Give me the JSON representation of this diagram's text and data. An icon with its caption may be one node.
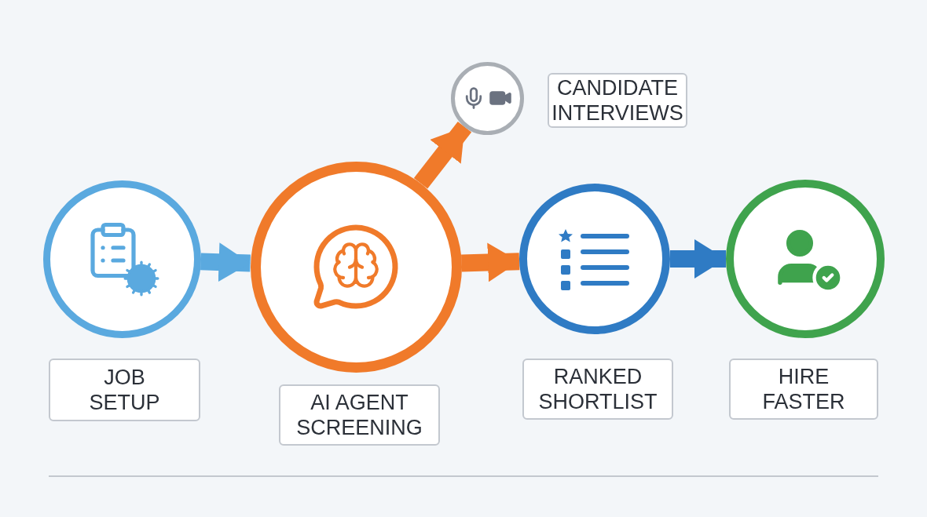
{
  "diagram": {
    "nodes": [
      {
        "text": [],
        "shape": "circle"
      },
      {
        "text": [
          "JOB SETUP"
        ]
      },
      {
        "text": [],
        "shape": "circle"
      },
      {
        "text": [
          "AI AGENT SCREENING"
        ]
      },
      {
        "text": [],
        "shape": "circle"
      },
      {
        "text": [
          "CANDIDATE INTERVIEWS"
        ]
      },
      {
        "text": [],
        "shape": "circle"
      },
      {
        "text": [
          "RANKED SHORTLIST"
        ]
      },
      {
        "text": [],
        "shape": "circle"
      },
      {
        "text": [
          "HIRE FASTER"
        ]
      }
    ],
    "edges": [
      {
        "from": 0,
        "to": 2,
        "arrow": "to",
        "color": "#5aa9df"
      },
      {
        "from": 2,
        "to": 4,
        "arrow": "to",
        "color": "#f07a2a"
      },
      {
        "from": 2,
        "to": 6,
        "arrow": "to",
        "color": "#f07a2a"
      },
      {
        "from": 6,
        "to": 8,
        "arrow": "to",
        "color": "#2f7bc4"
      }
    ]
  }
}
